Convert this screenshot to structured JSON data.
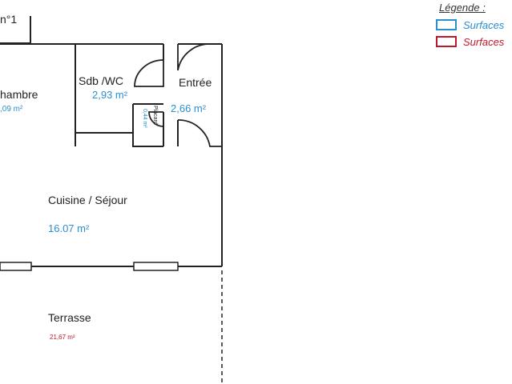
{
  "plan": {
    "top_label": "n°1",
    "rooms": {
      "chambre": {
        "name": "hambre",
        "area": ",09  m²"
      },
      "sdb": {
        "name": "Sdb /WC",
        "area": "2,93  m²"
      },
      "entree": {
        "name": "Entrée",
        "area": "2,66  m²"
      },
      "placard": {
        "area": "0,44 m²",
        "name": "Placard"
      },
      "cuisine": {
        "name": "Cuisine / Séjour",
        "area": "16.07  m²"
      },
      "terrasse": {
        "name": "Terrasse",
        "area": "21,67  m²"
      }
    }
  },
  "legend": {
    "title": "Légende :",
    "items": [
      {
        "label": "Surfaces",
        "color": "#2a8fd0"
      },
      {
        "label": "Surfaces",
        "color": "#c0182a"
      }
    ]
  },
  "colors": {
    "wall": "#222222",
    "interior_area": "#2a8fd0",
    "exterior_area": "#c0182a"
  }
}
